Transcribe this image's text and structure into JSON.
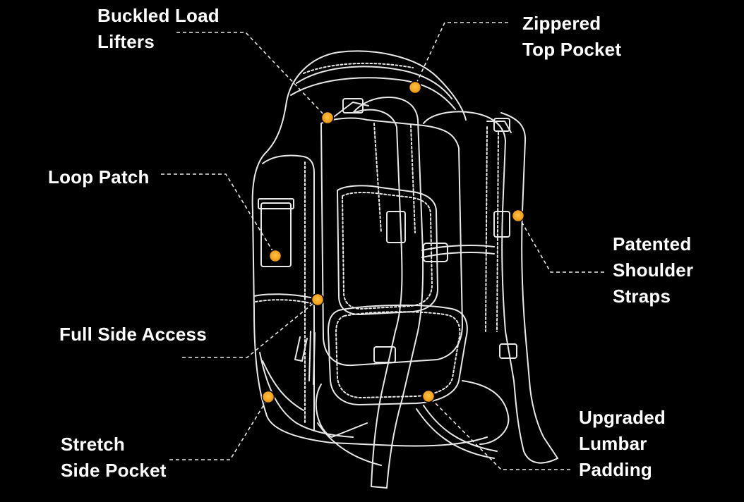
{
  "callouts": {
    "load_lifters": {
      "line1": "Buckled Load",
      "line2": "Lifters"
    },
    "top_pocket": {
      "line1": "Zippered",
      "line2": "Top Pocket"
    },
    "loop_patch": {
      "line1": "Loop Patch"
    },
    "shoulder_straps": {
      "line1": "Patented",
      "line2": "Shoulder",
      "line3": "Straps"
    },
    "side_access": {
      "line1": "Full Side Access"
    },
    "stretch_pocket": {
      "line1": "Stretch",
      "line2": "Side Pocket"
    },
    "lumbar_padding": {
      "line1": "Upgraded",
      "line2": "Lumbar",
      "line3": "Padding"
    }
  },
  "colors": {
    "background": "#000000",
    "marker": "#f5a21a",
    "outline": "#e8e8e8",
    "text": "#ffffff"
  }
}
